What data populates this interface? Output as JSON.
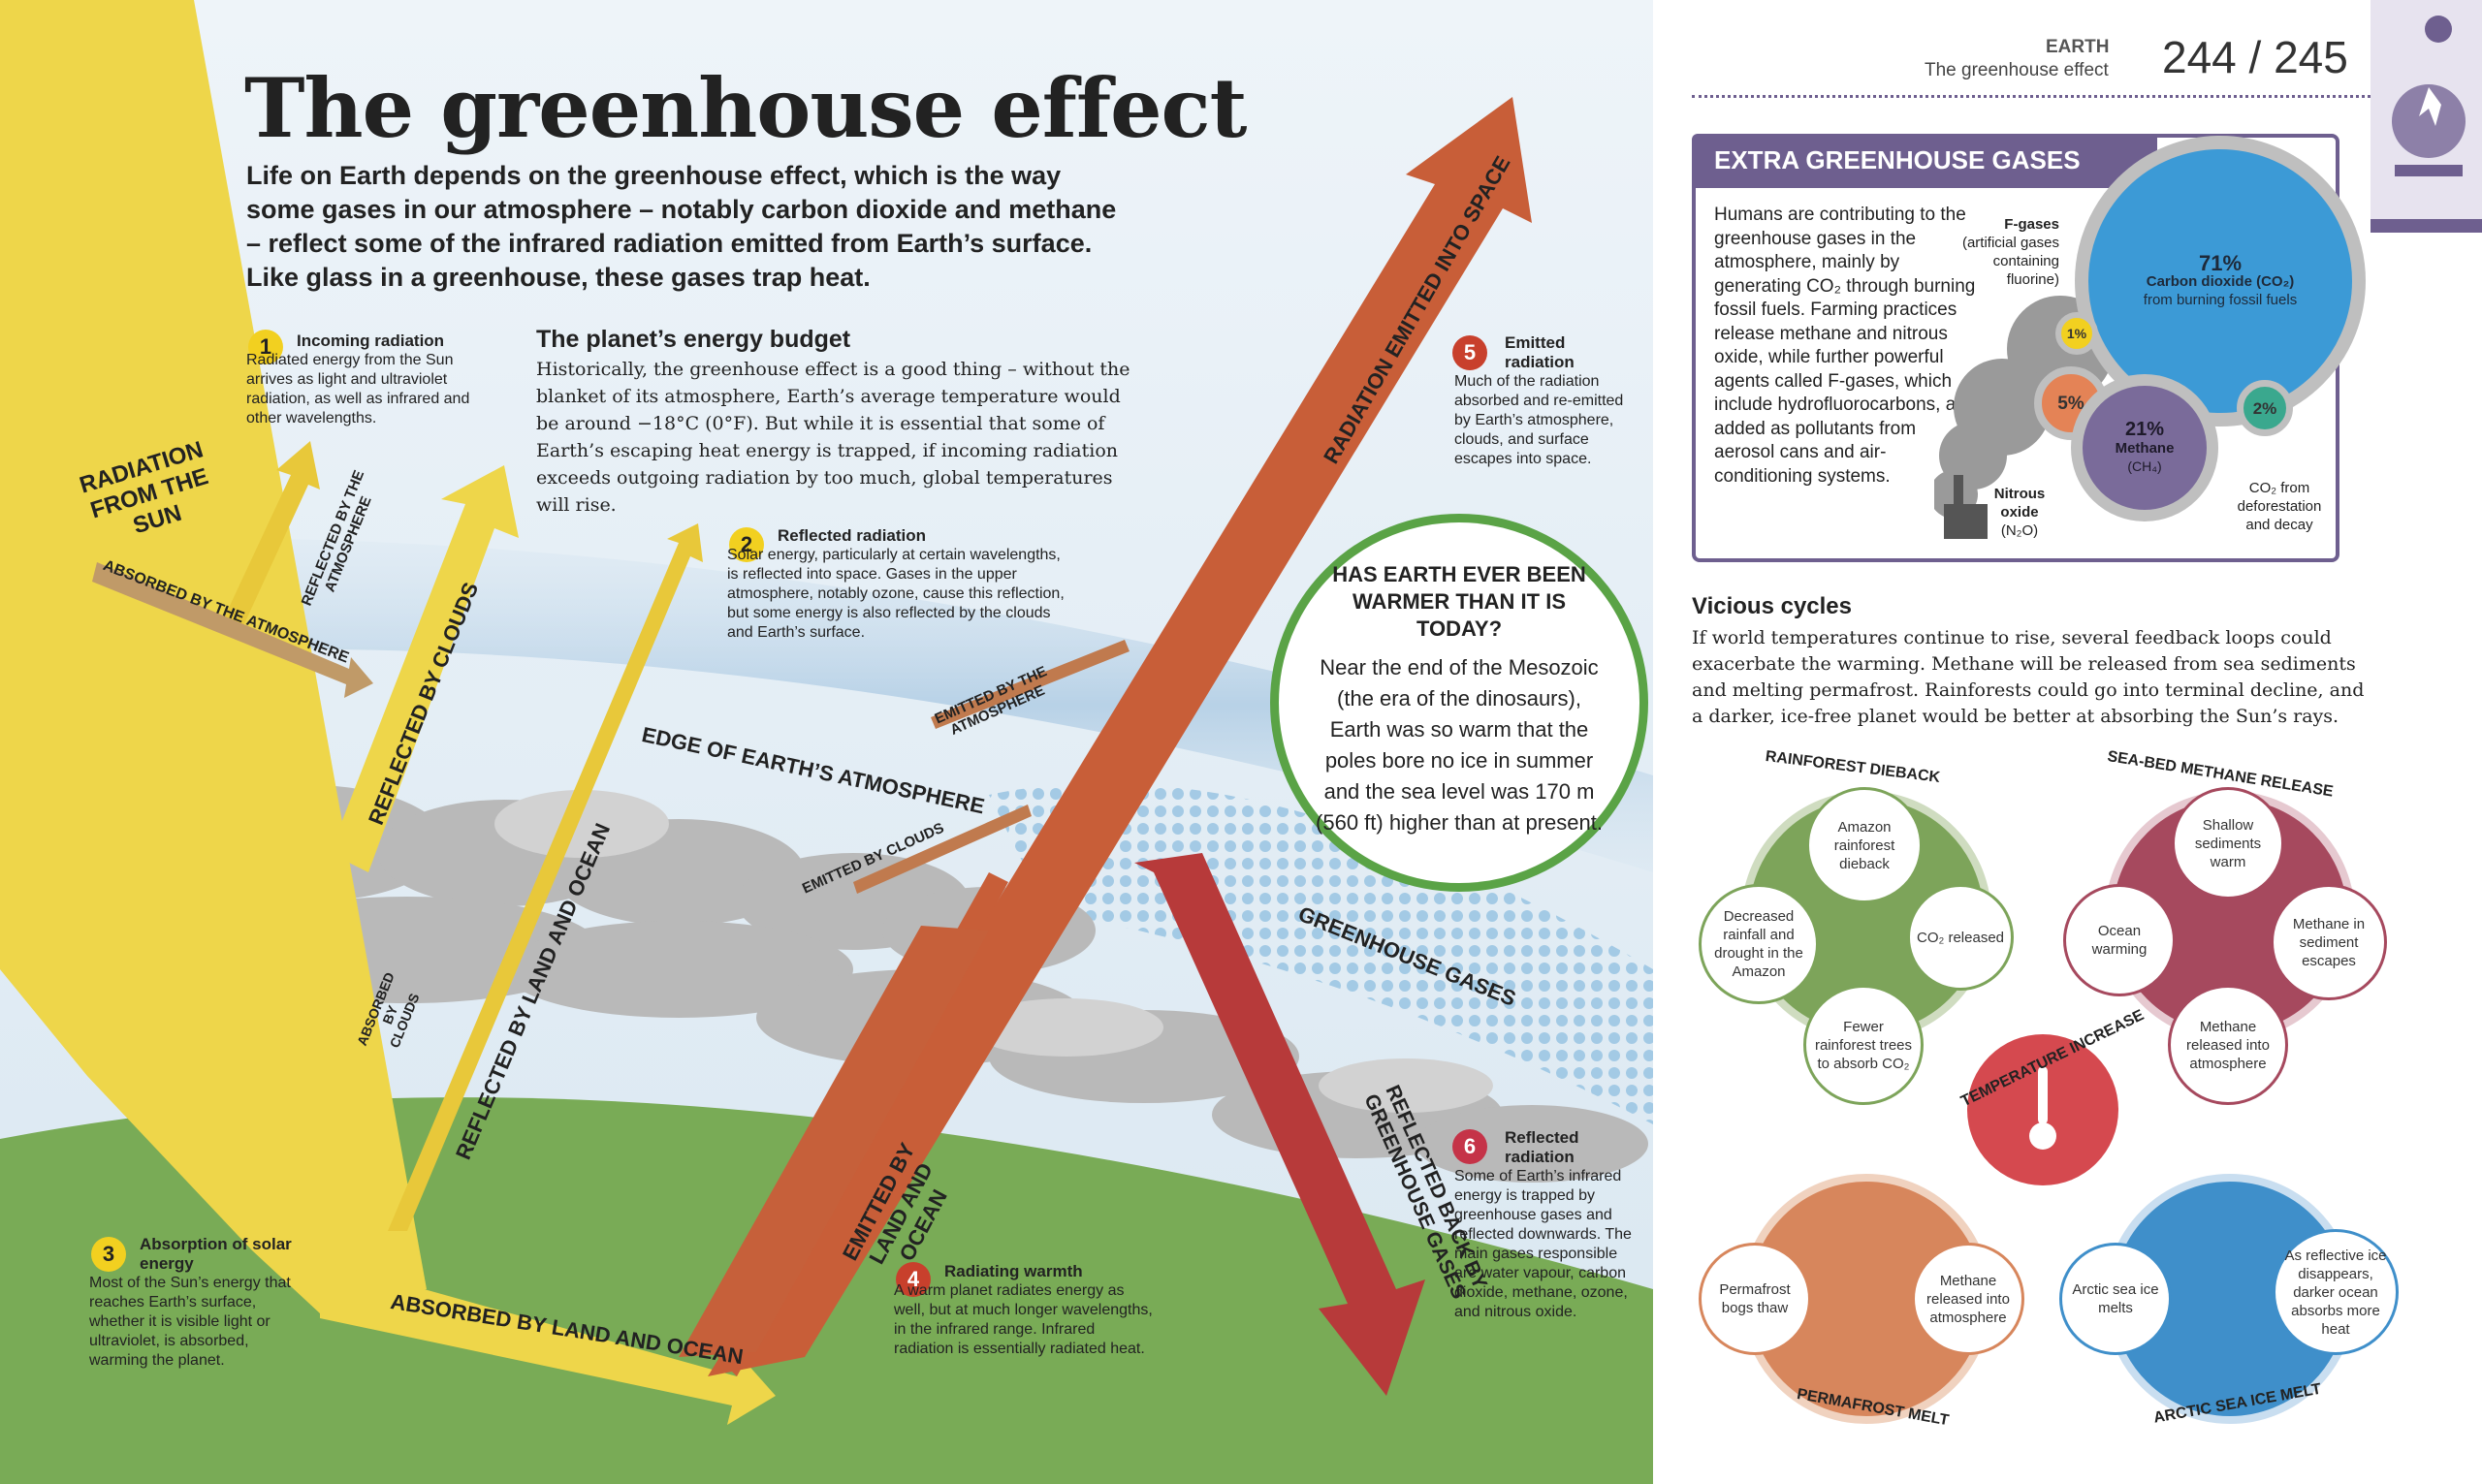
{
  "title": "The greenhouse effect",
  "intro": "Life on Earth depends on the greenhouse effect, which is the way some gases in our atmosphere – notably carbon dioxide and methane – reflect some of the infrared radiation emitted from Earth’s surface. Like glass in a greenhouse, these gases trap heat.",
  "header": {
    "section": "EARTH",
    "subsection": "The greenhouse effect",
    "pages": "244 / 245"
  },
  "energy_budget": {
    "heading": "The planet’s energy budget",
    "text": "Historically, the greenhouse effect is a good thing – without the blanket of its atmosphere, Earth’s average temperature would be around −18°C (0°F). But while it is essential that some of Earth’s escaping heat energy is trapped, if incoming radiation exceeds outgoing radiation by too much, global temperatures will rise."
  },
  "callouts": [
    {
      "n": "1",
      "title": "Incoming radiation",
      "text": "Radiated energy from the Sun arrives as light and ultraviolet radiation, as well as infrared and other wavelengths."
    },
    {
      "n": "2",
      "title": "Reflected radiation",
      "text": "Solar energy, particularly at certain wavelengths, is reflected into space. Gases in the upper atmosphere, notably ozone, cause this reflection, but some energy is also reflected by the clouds and Earth’s surface."
    },
    {
      "n": "3",
      "title": "Absorption of solar energy",
      "text": "Most of the Sun’s energy that reaches Earth’s surface, whether it is visible light or ultraviolet, is absorbed, warming the planet."
    },
    {
      "n": "4",
      "title": "Radiating warmth",
      "text": "A warm planet radiates energy as well, but at much longer wavelengths, in the infrared range. Infrared radiation is essentially radiated heat."
    },
    {
      "n": "5",
      "title": "Emitted radiation",
      "text": "Much of the radiation absorbed and re-emitted by Earth’s atmosphere, clouds, and surface escapes into space."
    },
    {
      "n": "6",
      "title": "Reflected radiation",
      "text": "Some of Earth’s infrared energy is trapped by greenhouse gases and reflected downwards. The main gases responsible are water vapour, carbon dioxide, methane, ozone, and nitrous oxide."
    }
  ],
  "diagram_labels": {
    "sun": "Radiation from the Sun",
    "refl_atm": "Reflected by the atmosphere",
    "abs_atm": "Absorbed by the atmosphere",
    "refl_clouds": "Reflected by clouds",
    "abs_clouds": "Absorbed by clouds",
    "refl_land": "Reflected by land and ocean",
    "abs_land": "Absorbed by land and ocean",
    "emitted_land": "Emitted by land and ocean",
    "emitted_space": "Radiation emitted into space",
    "emitted_atm": "Emitted by the atmosphere",
    "emitted_clouds": "Emitted by clouds",
    "edge": "Edge of Earth’s atmosphere",
    "ghg": "Greenhouse gases",
    "refl_ghg": "Reflected back by greenhouse gases"
  },
  "warmer": {
    "heading": "HAS EARTH EVER BEEN WARMER THAN IT IS TODAY?",
    "text": "Near the end of the Mesozoic (the era of the dinosaurs), Earth was so warm that the poles bore no ice in summer and the sea level was 170 m (560 ft) higher than at present."
  },
  "extra": {
    "heading": "EXTRA GREENHOUSE GASES",
    "text": "Humans are contributing to the greenhouse gases in the atmosphere, mainly by generating CO₂ through burning fossil fuels. Farming practices release methane and nitrous oxide, while further powerful agents called F-gases, which include hydrofluorocarbons, are added as pollutants from aerosol cans and air-conditioning systems.",
    "fgases_title": "F-gases",
    "fgases_note": "(artificial gases containing fluorine)",
    "pct_fgases": "1%",
    "pct_co2": "71%",
    "co2_title": "Carbon dioxide (CO₂)",
    "co2_note": "from burning fossil fuels",
    "pct_n2o": "5%",
    "n2o_title": "Nitrous oxide",
    "n2o_formula": "(N₂O)",
    "pct_ch4": "21%",
    "ch4_title": "Methane",
    "ch4_formula": "(CH₄)",
    "pct_def": "2%",
    "def_title": "CO₂ from deforestation and decay"
  },
  "vicious": {
    "heading": "Vicious cycles",
    "text": "If world temperatures continue to rise, several feedback loops could exacerbate the warming. Methane will be released from sea sediments and melting permafrost. Rainforests could go into terminal decline, and a darker, ice-free planet would be better at absorbing the Sun’s rays.",
    "center": "TEMPERATURE INCREASE",
    "cycles": [
      {
        "title": "RAINFOREST DIEBACK",
        "items": [
          "Amazon rainforest dieback",
          "CO₂ released",
          "Fewer rainforest trees to absorb CO₂",
          "Decreased rainfall and drought in the Amazon"
        ]
      },
      {
        "title": "SEA-BED METHANE RELEASE",
        "items": [
          "Shallow sediments warm",
          "Methane in sediment escapes",
          "Methane released into atmosphere",
          "Ocean warming"
        ]
      },
      {
        "title": "PERMAFROST MELT",
        "items": [
          "Permafrost bogs thaw",
          "Methane released into atmosphere"
        ]
      },
      {
        "title": "ARCTIC SEA ICE MELT",
        "items": [
          "Arctic sea ice melts",
          "As reflective ice disappears, darker ocean absorbs more heat"
        ]
      }
    ]
  },
  "colors": {
    "yellow": "#eed64a",
    "orange": "#c85e38",
    "red": "#b73a3a",
    "purple": "#6e5f8f",
    "sky": "#dbe8f2",
    "ground": "#78aa55"
  }
}
